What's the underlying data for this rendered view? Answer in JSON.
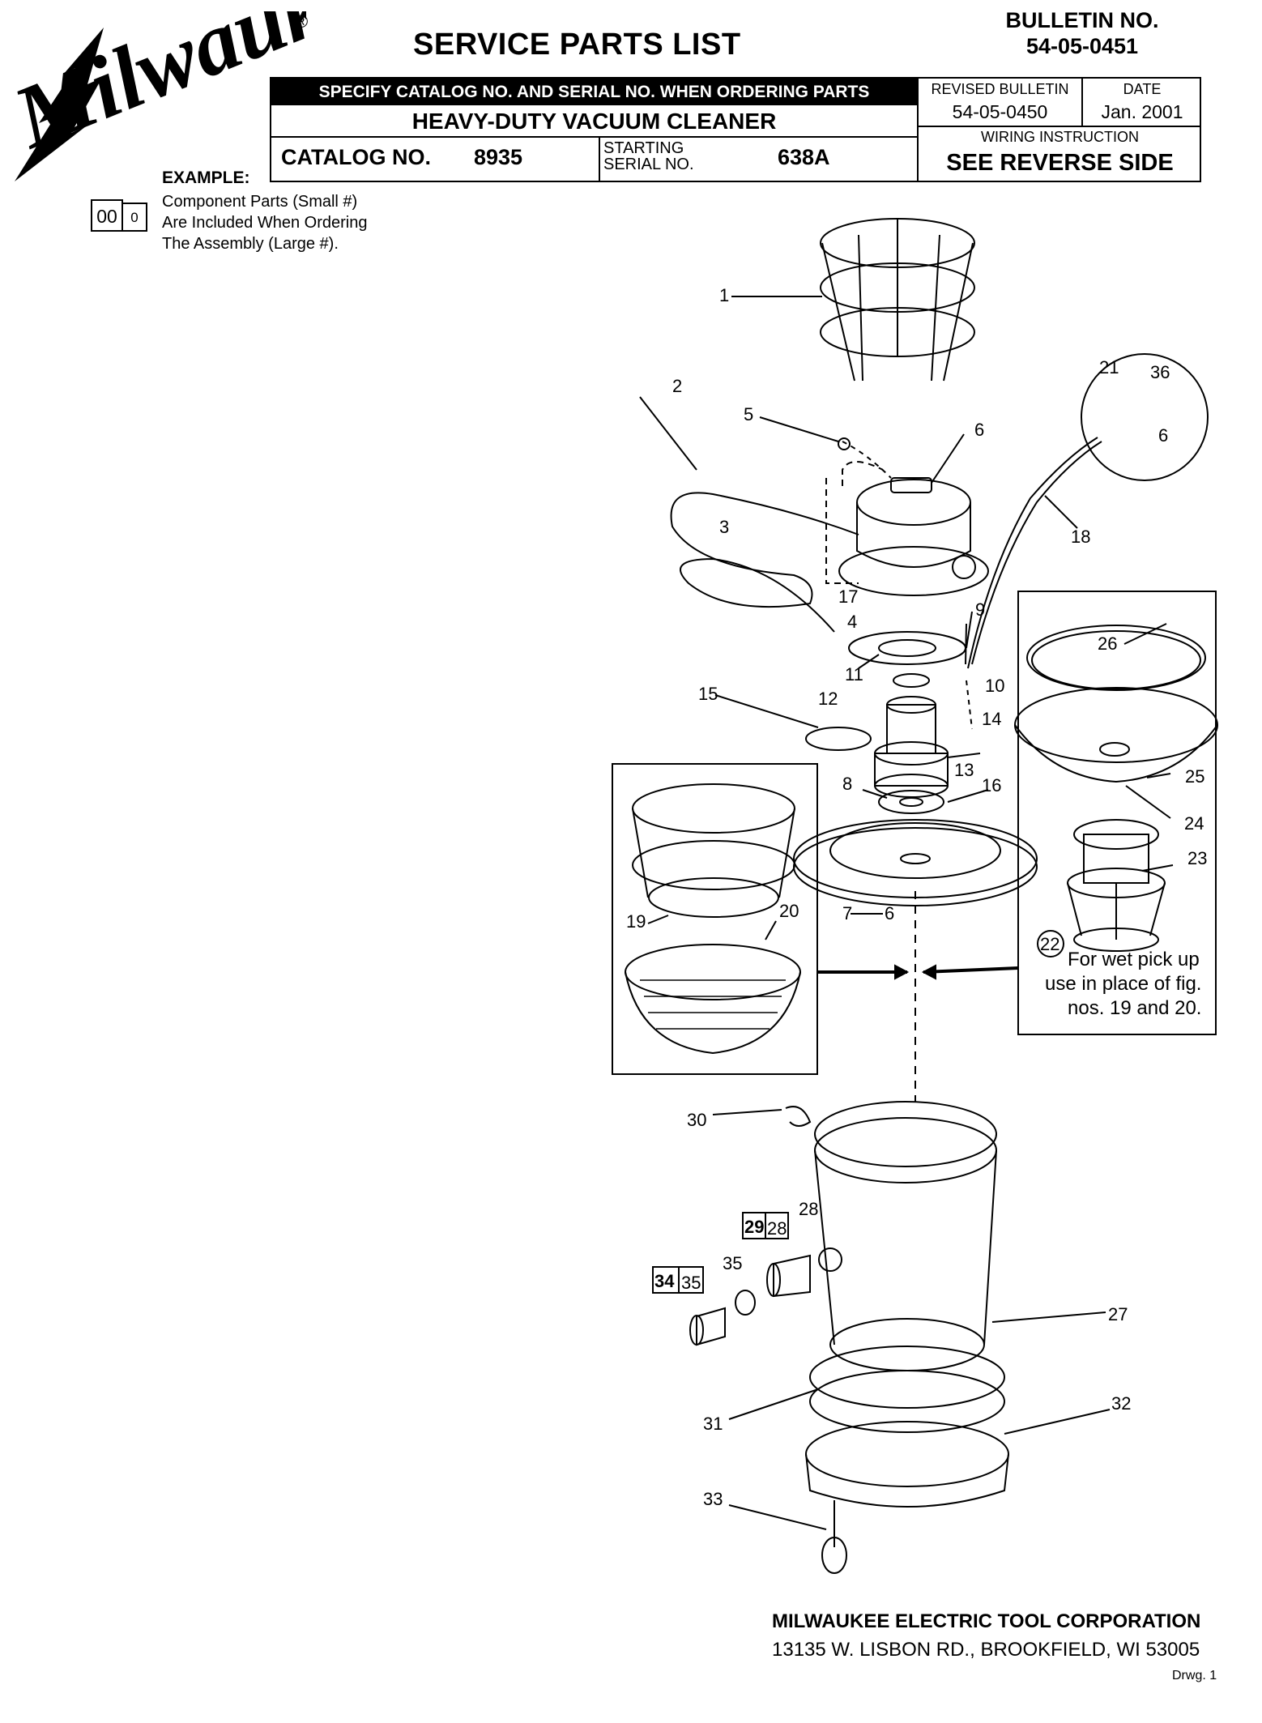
{
  "brand": {
    "logo_text": "Milwaukee",
    "registered_mark": "®"
  },
  "title": "SERVICE PARTS LIST",
  "bulletin": {
    "label": "BULLETIN NO.",
    "number": "54-05-0451"
  },
  "header": {
    "specify_note": "SPECIFY CATALOG NO. AND SERIAL NO. WHEN ORDERING PARTS",
    "product_name": "HEAVY-DUTY VACUUM CLEANER",
    "catalog_label": "CATALOG NO.",
    "catalog_number": "8935",
    "starting_serial_label_1": "STARTING",
    "starting_serial_label_2": "SERIAL NO.",
    "starting_serial": "638A",
    "revised_bulletin_label": "REVISED BULLETIN",
    "revised_bulletin": "54-05-0450",
    "date_label": "DATE",
    "date": "Jan. 2001",
    "wiring_label": "WIRING INSTRUCTION",
    "wiring_value": "SEE REVERSE SIDE"
  },
  "example": {
    "label": "EXAMPLE:",
    "large_num": "00",
    "small_num": "0",
    "lines": [
      "Component Parts (Small #)",
      "Are Included When Ordering",
      "The Assembly (Large #)."
    ]
  },
  "diagram": {
    "part_labels": [
      "1",
      "2",
      "3",
      "4",
      "5",
      "6",
      "7",
      "8",
      "9",
      "10",
      "11",
      "12",
      "13",
      "14",
      "15",
      "16",
      "17",
      "18",
      "19",
      "20",
      "21",
      "23",
      "24",
      "25",
      "26",
      "27",
      "28",
      "30",
      "31",
      "32",
      "33",
      "35",
      "36"
    ],
    "inset_21_labels": {
      "a": "21",
      "b": "36",
      "c": "6"
    },
    "label_7_arrow": "7",
    "label_7_target": "6",
    "wet_pickup": {
      "number": "22",
      "line1": "For wet pick up",
      "line2": "use in place of fig.",
      "line3": "nos. 19 and 20."
    },
    "box_29": {
      "large": "29",
      "small": "28"
    },
    "box_34": {
      "large": "34",
      "small": "35"
    }
  },
  "footer": {
    "company": "MILWAUKEE ELECTRIC TOOL CORPORATION",
    "address": "13135 W. LISBON RD., BROOKFIELD, WI 53005",
    "drawing": "Drwg. 1"
  }
}
